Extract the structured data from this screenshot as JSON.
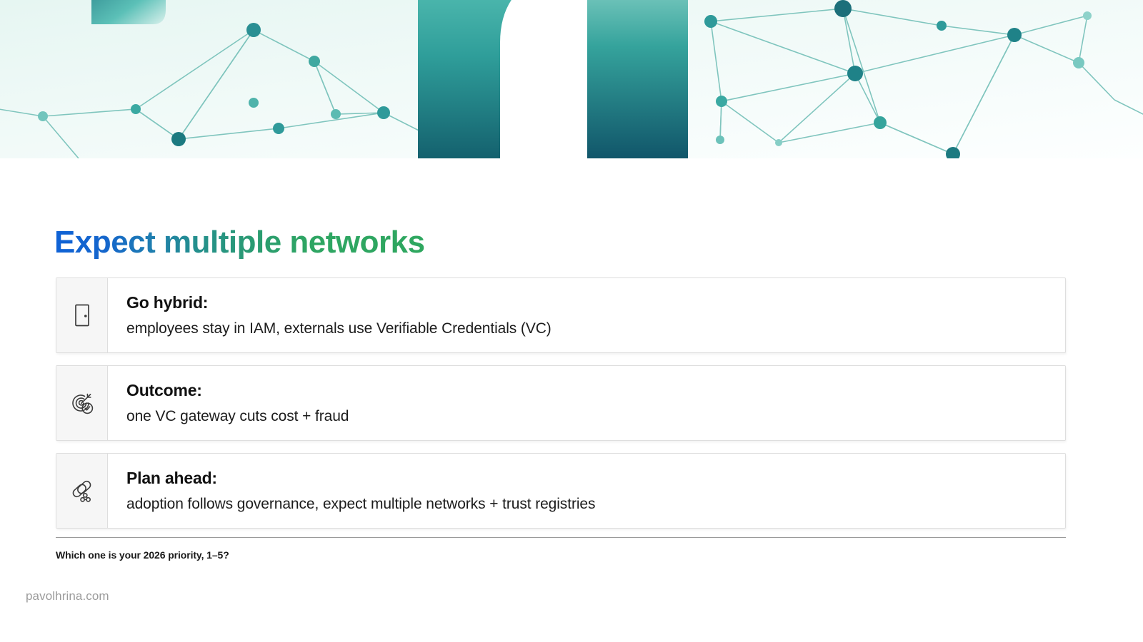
{
  "banner": {
    "logo_name": "brand-logo-mark",
    "background_colors": {
      "bg_start": "#eaf7f4",
      "bg_end": "#ffffff",
      "node_dark": "#1c7a80",
      "node_mid": "#2f9a9a",
      "node_light": "#72c5bd",
      "edge": "#6cbdb5",
      "logo_top": "#4dbab0",
      "logo_bottom": "#166a74"
    }
  },
  "heading": {
    "text": "Expect multiple networks",
    "gradient_from": "#0f62d6",
    "gradient_to": "#2ea75f"
  },
  "cards": [
    {
      "icon": "door-icon",
      "title": "Go hybrid:",
      "desc": "employees stay in IAM, externals use Verifiable Credentials (VC)"
    },
    {
      "icon": "target-check-icon",
      "title": "Outcome:",
      "desc": "one VC gateway cuts cost + fraud"
    },
    {
      "icon": "network-links-icon",
      "title": "Plan ahead:",
      "desc": "adoption follows governance, expect multiple networks + trust registries"
    }
  ],
  "question": "Which one is your 2026 priority, 1–5?",
  "footer": {
    "attribution": "pavolhrina.com"
  }
}
